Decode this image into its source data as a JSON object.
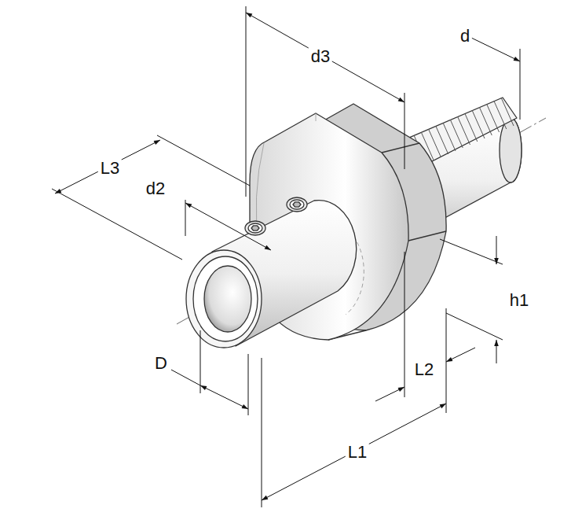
{
  "diagram": {
    "labels": [
      "d3",
      "d",
      "L3",
      "d2",
      "D",
      "L2",
      "h1",
      "L1"
    ]
  }
}
